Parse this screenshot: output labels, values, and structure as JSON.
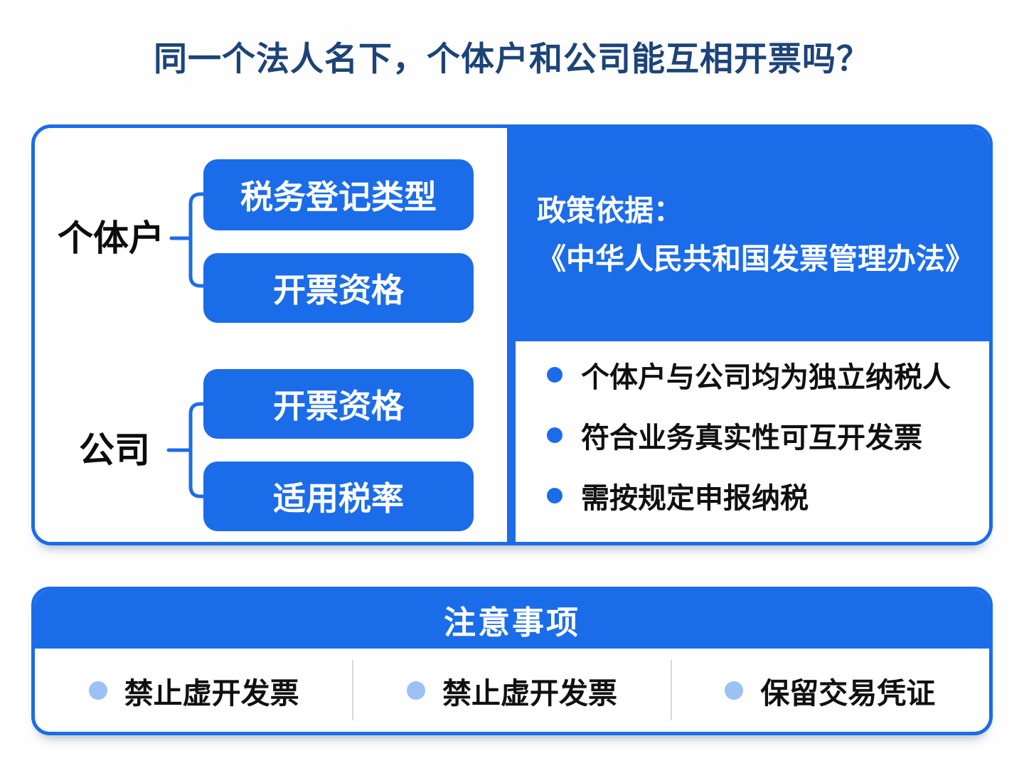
{
  "title": "同一个法人名下，个体户和公司能互相开票吗？",
  "colors": {
    "primary_blue": "#1b6ce9",
    "title_navy": "#1d4478",
    "note_dot_light_blue": "#9bc1f5",
    "text_black": "#101010"
  },
  "tree": {
    "groups": [
      {
        "label": "个体户",
        "children": [
          "税务登记类型",
          "开票资格"
        ]
      },
      {
        "label": "公司",
        "children": [
          "开票资格",
          "适用税率"
        ]
      }
    ]
  },
  "policy": {
    "heading": "政策依据：",
    "reference": "《中华人民共和国发票管理办法》",
    "points": [
      "个体户与公司均为独立纳税人",
      "符合业务真实性可互开发票",
      "需按规定申报纳税"
    ]
  },
  "notes": {
    "header": "注意事项",
    "items": [
      "禁止虚开发票",
      "禁止虚开发票",
      "保留交易凭证"
    ]
  }
}
